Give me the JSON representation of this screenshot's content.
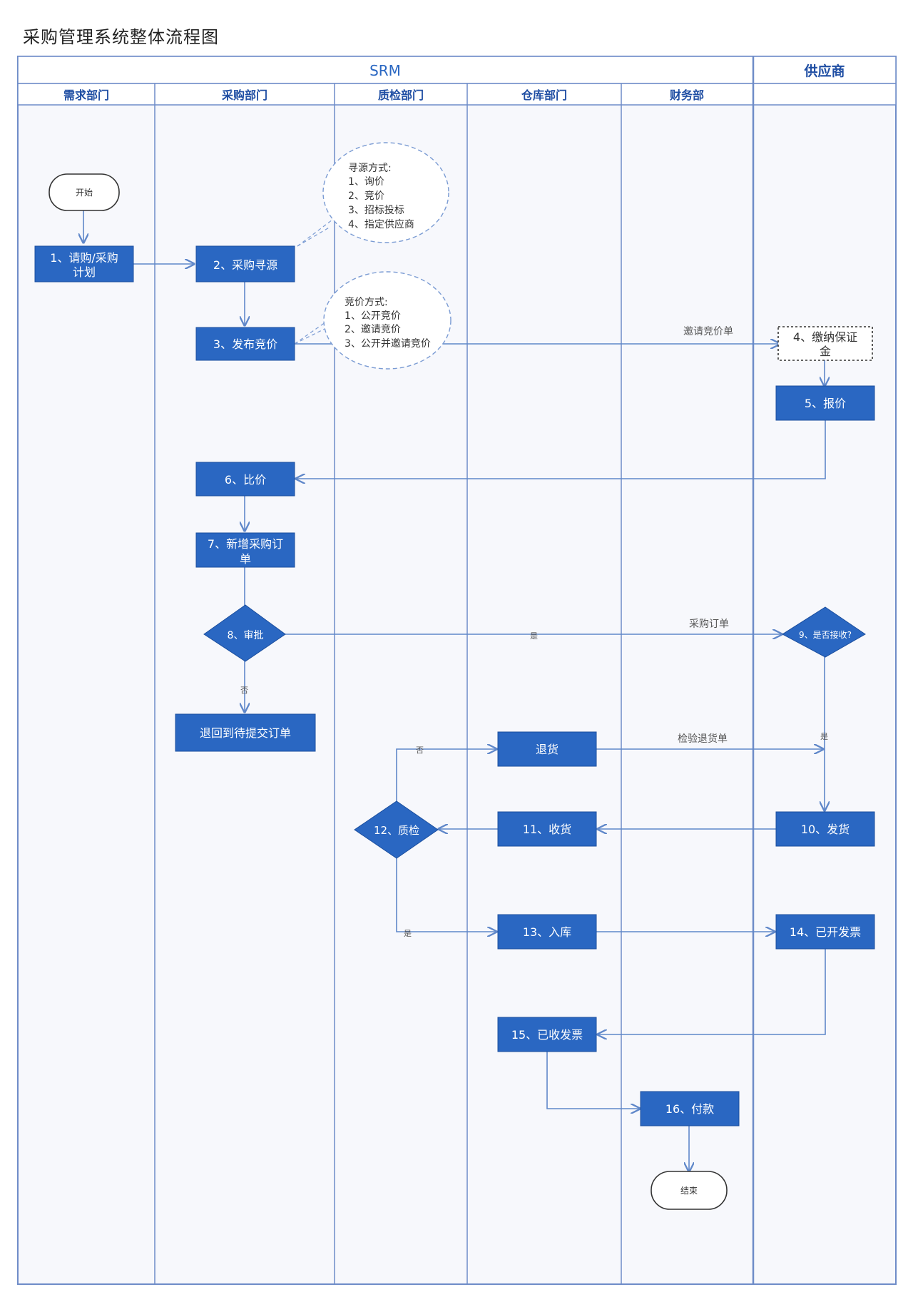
{
  "page": {
    "title": "采购管理系统整体流程图"
  },
  "colors": {
    "node_fill": "#2a67c2",
    "node_text": "#ffffff",
    "line": "#5f87c9",
    "lane_border": "#6e8cc8",
    "header_text": "#1f4ea3",
    "pool_bg": "#f7f8fc",
    "label_text": "#555555"
  },
  "pools": {
    "srm": "SRM",
    "supplier": "供应商"
  },
  "lanes": {
    "demand": "需求部门",
    "purchase": "采购部门",
    "qc": "质检部门",
    "warehouse": "仓库部门",
    "finance": "财务部"
  },
  "nodes": {
    "start": "开始",
    "n1": [
      "1、请购/采购",
      "计划"
    ],
    "n2": [
      "2、采购寻源"
    ],
    "n3": [
      "3、发布竞价"
    ],
    "n4": [
      "4、缴纳保证",
      "金"
    ],
    "n5": [
      "5、报价"
    ],
    "n6": [
      "6、比价"
    ],
    "n7": [
      "7、新增采购订",
      "单"
    ],
    "n8": [
      "8、审批"
    ],
    "n9": [
      "9、是否接收?"
    ],
    "return_order": [
      "退回到待提交订单"
    ],
    "return_goods": [
      "退货"
    ],
    "n10": [
      "10、发货"
    ],
    "n11": [
      "11、收货"
    ],
    "n12": [
      "12、质检"
    ],
    "n13": [
      "13、入库"
    ],
    "n14": [
      "14、已开发票"
    ],
    "n15": [
      "15、已收发票"
    ],
    "n16": [
      "16、付款"
    ],
    "end": "结束"
  },
  "callouts": {
    "sourcing": [
      "寻源方式:",
      "1、询价",
      "2、竞价",
      "3、招标投标",
      "4、指定供应商"
    ],
    "bidding": [
      "竞价方式:",
      "1、公开竞价",
      "2、邀请竞价",
      "3、公开并邀请竞价"
    ]
  },
  "edge_labels": {
    "invite_bid": "邀请竞价单",
    "purchase_order": "采购订单",
    "yes_approve": "是",
    "no_approve": "否",
    "yes_accept": "是",
    "inspect_return": "检验退货单",
    "qc_no": "否",
    "qc_yes": "是"
  }
}
